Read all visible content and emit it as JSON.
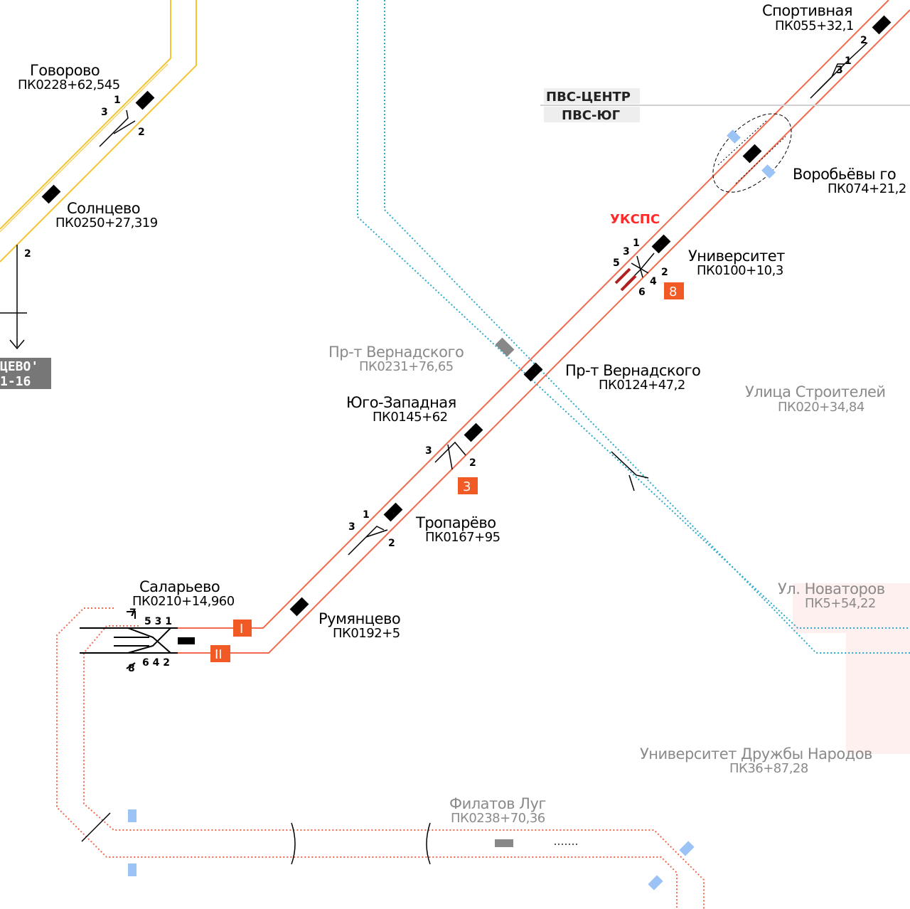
{
  "colors": {
    "line_red": "#f26a4d",
    "line_yellow": "#f4c430",
    "line_blue": "#2aa9c9",
    "badge_orange": "#f15a24",
    "platform": "#000000",
    "planned_platform": "#888888",
    "light_blue_marker": "#9cc3f5",
    "grey_label": "#8a8a8a",
    "pink_zone": "#fff0f0"
  },
  "stations": {
    "sportivnaya": {
      "name": "Спортивная",
      "pk": "ПК055+32,1"
    },
    "govorovo": {
      "name": "Говорово",
      "pk": "ПК0228+62,545"
    },
    "solntsevo": {
      "name": "Солнцево",
      "pk": "ПК0250+27,319"
    },
    "vorobyovy": {
      "name": "Воробьёвы го",
      "pk": "ПК074+21,2"
    },
    "universitet": {
      "name": "Университет",
      "pk": "ПК0100+10,3"
    },
    "vernadskogo_grey": {
      "name": "Пр-т Вернадского",
      "pk": "ПК0231+76,65"
    },
    "vernadskogo": {
      "name": "Пр-т Вернадского",
      "pk": "ПК0124+47,2"
    },
    "stroiteley": {
      "name": "Улица Строителей",
      "pk": "ПК020+34,84"
    },
    "yugo_zapadnaya": {
      "name": "Юго-Западная",
      "pk": "ПК0145+62"
    },
    "troparevo": {
      "name": "Тропарёво",
      "pk": "ПК0167+95"
    },
    "salaryevo": {
      "name": "Саларьево",
      "pk": "ПК0210+14,960"
    },
    "rumyantsevo": {
      "name": "Румянцево",
      "pk": "ПК0192+5"
    },
    "novatorov": {
      "name": "Ул. Новаторов",
      "pk": "ПК5+54,22"
    },
    "udn": {
      "name": "Университет Дружбы Народов",
      "pk": "ПК36+87,28"
    },
    "filatov": {
      "name": "Филатов Луг",
      "pk": "ПК0238+70,36"
    }
  },
  "labels": {
    "pvs_center": "ПВС-ЦЕНТР",
    "pvs_south": "ПВС-ЮГ",
    "ukspps": "УКСПС",
    "depot_line1": "ЦЕВО'",
    "depot_line2": "1-16"
  },
  "badges": {
    "b8": "8",
    "b3": "3",
    "track1": "I",
    "track2": "II"
  },
  "switch_numbers": {
    "sport_2": "2",
    "sport_3": "3",
    "sport_1": "1",
    "gov_3": "3",
    "gov_1": "1",
    "gov_2": "2",
    "sol_2": "2",
    "uni_1": "1",
    "uni_3": "3",
    "uni_5": "5",
    "uni_2": "2",
    "uni_4": "4",
    "uni_6": "6",
    "yz_3": "3",
    "yz_2": "2",
    "tr_1": "1",
    "tr_3": "3",
    "tr_2": "2",
    "sal_531": "5 3 1",
    "sal_642": "6 4 2",
    "sal_7": "7",
    "sal_8": "8"
  }
}
